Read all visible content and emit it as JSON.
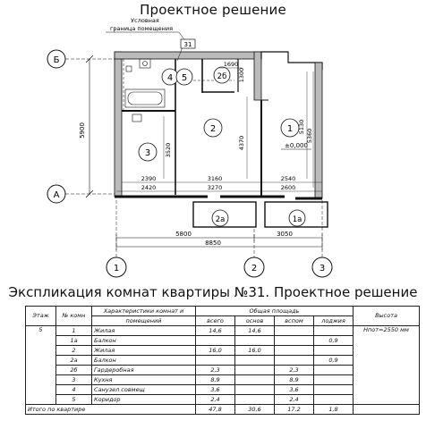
{
  "title": "Проектное решение",
  "plan": {
    "axis_letters": [
      "Б",
      "А"
    ],
    "axis_numbers": [
      "1",
      "2",
      "3"
    ],
    "note_line1": "Условная",
    "note_line2": "граница помещения",
    "apt_number": "31",
    "rooms": [
      "1",
      "2",
      "3",
      "4",
      "5",
      "2б",
      "2а",
      "1а"
    ],
    "level_mark": "±0,000",
    "dims": {
      "left_height": "5900",
      "r3_height": "3520",
      "r2_height": "4370",
      "r1_h1": "5130",
      "r1_h2": "5360",
      "top_1690": "1690",
      "side_1300": "1300",
      "w_2390": "2390",
      "w_3160": "3160",
      "w_2540": "2540",
      "w_2420": "2420",
      "w_3270": "3270",
      "w_2600": "2600",
      "w_5800": "5800",
      "w_3050": "3050",
      "w_8850": "8850"
    }
  },
  "explication": {
    "title": "Экспликация комнат квартиры №31. Проектное решение",
    "headers": {
      "floor": "Этаж",
      "room_no": "№ комн",
      "characteristics_l1": "Характеристики комнат и",
      "characteristics_l2": "помещений",
      "total_area": "Общая площадь",
      "total": "всего",
      "main": "основ",
      "aux": "вспом",
      "loggia": "лоджия",
      "height": "Высота"
    },
    "floor": "5",
    "height_value": "Нпот=2550 мм",
    "rows": [
      {
        "no": "1",
        "name": "Жилая",
        "total": "14,6",
        "main": "14,6",
        "aux": "",
        "loggia": ""
      },
      {
        "no": "1а",
        "name": "Балкон",
        "total": "",
        "main": "",
        "aux": "",
        "loggia": "0,9"
      },
      {
        "no": "2",
        "name": "Жилая",
        "total": "16,0",
        "main": "16,0",
        "aux": "",
        "loggia": ""
      },
      {
        "no": "2а",
        "name": "Балкон",
        "total": "",
        "main": "",
        "aux": "",
        "loggia": "0,9"
      },
      {
        "no": "2б",
        "name": "Гардеробная",
        "total": "2,3",
        "main": "",
        "aux": "2,3",
        "loggia": ""
      },
      {
        "no": "3",
        "name": "Кухня",
        "total": "8,9",
        "main": "",
        "aux": "8,9",
        "loggia": ""
      },
      {
        "no": "4",
        "name": "Санузел совмещ",
        "total": "3,6",
        "main": "",
        "aux": "3,6",
        "loggia": ""
      },
      {
        "no": "5",
        "name": "Коридор",
        "total": "2,4",
        "main": "",
        "aux": "2,4",
        "loggia": ""
      }
    ],
    "totals": {
      "label": "Итого по квартире",
      "total": "47,8",
      "main": "30,6",
      "aux": "17,2",
      "loggia": "1,8"
    }
  }
}
